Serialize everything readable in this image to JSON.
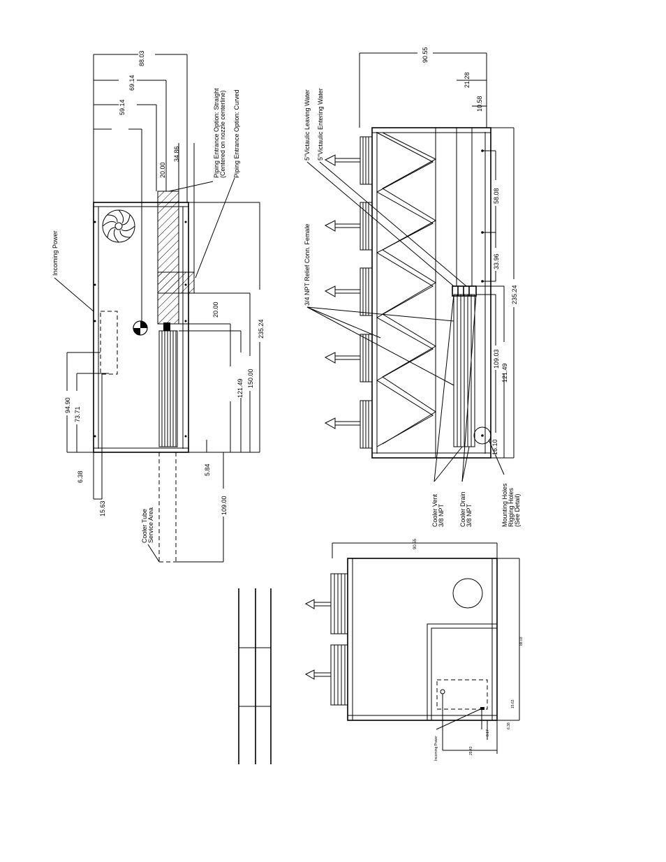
{
  "top_view": {
    "dims": {
      "d88_03": "88.03",
      "d69_14": "69.14",
      "d59_14": "59.14",
      "d34_86": "34.86",
      "d20_00_top": "20.00",
      "d20_00_mid": "20.00",
      "d235_24": "235.24",
      "d150_00": "150.00",
      "d121_49": "121.49",
      "d94_90": "94.90",
      "d73_71": "73.71",
      "d6_38": "6.38",
      "d15_63": "15.63",
      "d5_84": "5.84",
      "d109_00": "109.00"
    },
    "labels": {
      "incoming_power": "Incoming Power",
      "piping_straight_1": "Piping Entrance Option: Straight",
      "piping_straight_2": "(Centered on nozzle centerline)",
      "piping_curved": "Piping Entrance Option: Curved",
      "cooler_tube_1": "Cooler Tube",
      "cooler_tube_2": "Service Area"
    }
  },
  "side_view": {
    "dims": {
      "d90_55": "90.55",
      "d21_28": "21.28",
      "d10_58": "10.58",
      "d58_08": "58.08",
      "d33_96": "33.96",
      "d235_24": "235.24",
      "d109_03": "109.03",
      "d121_49": "121.49",
      "d16_10": "16.10"
    },
    "labels": {
      "victaulic_leaving": "5\"Victaulic Leaving Water",
      "victaulic_entering": "5\"Victaulic Entering Water",
      "relief_conn": "3/4 NPT Relief Conn. Female",
      "cooler_vent_1": "Cooler Vent",
      "cooler_vent_2": "3/8 NPT",
      "cooler_drain_1": "Cooler Drain",
      "cooler_drain_2": "3/8 NPT",
      "mounting_1": "Mounting Holes",
      "mounting_2": "Rigging Holes",
      "mounting_3": "(See Detail)"
    }
  },
  "end_view": {
    "dims": {
      "d90_55": "90.55",
      "d88_03": "88.03",
      "d15_63": "15.63",
      "d6_38": "6.38",
      "d8_17": "8.17",
      "d29_43": "29.43"
    },
    "labels": {
      "incoming_power": "Incoming Power"
    }
  }
}
